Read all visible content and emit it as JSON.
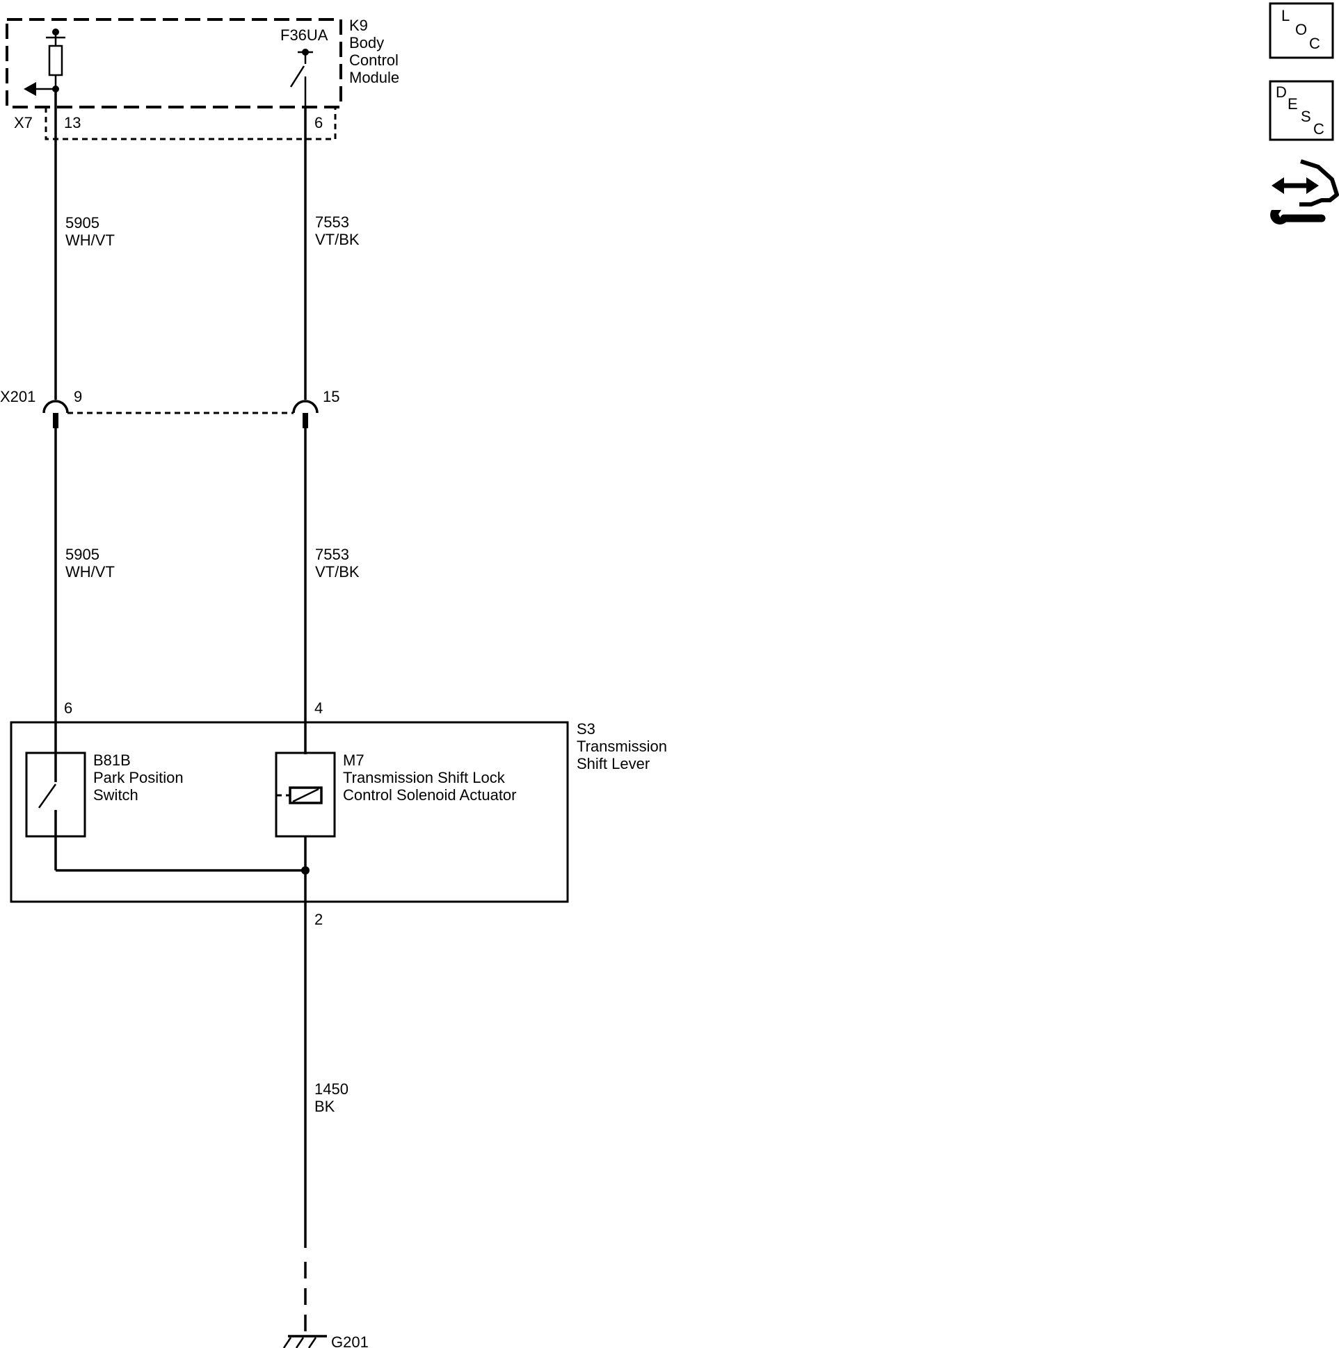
{
  "modules": {
    "bcm": {
      "ref": "K9",
      "name_lines": [
        "Body",
        "Control",
        "Module"
      ],
      "switch_ref": "F36UA"
    },
    "shift_lever": {
      "ref": "S3",
      "name_lines": [
        "Transmission",
        "Shift Lever"
      ]
    },
    "park_switch": {
      "ref": "B81B",
      "name_lines": [
        "Park Position",
        "Switch"
      ]
    },
    "solenoid": {
      "ref": "M7",
      "name_lines": [
        "Transmission Shift Lock",
        "Control Solenoid Actuator"
      ]
    }
  },
  "connectors": {
    "x7": {
      "ref": "X7",
      "pin_left": "13",
      "pin_right": "6"
    },
    "x201": {
      "ref": "X201",
      "pin_left": "9",
      "pin_right": "15"
    },
    "s3": {
      "pin_left": "6",
      "pin_right": "4",
      "pin_bottom": "2"
    }
  },
  "wires": {
    "left_upper": {
      "circuit": "5905",
      "color": "WH/VT"
    },
    "right_upper": {
      "circuit": "7553",
      "color": "VT/BK"
    },
    "left_lower": {
      "circuit": "5905",
      "color": "WH/VT"
    },
    "right_lower": {
      "circuit": "7553",
      "color": "VT/BK"
    },
    "ground": {
      "circuit": "1450",
      "color": "BK"
    }
  },
  "ground": {
    "ref": "G201"
  },
  "nav": {
    "loc": {
      "letters": [
        "L",
        "O",
        "C"
      ]
    },
    "desc": {
      "letters": [
        "D",
        "E",
        "S",
        "C"
      ]
    },
    "connector_icon": "connector-repair-icon"
  }
}
